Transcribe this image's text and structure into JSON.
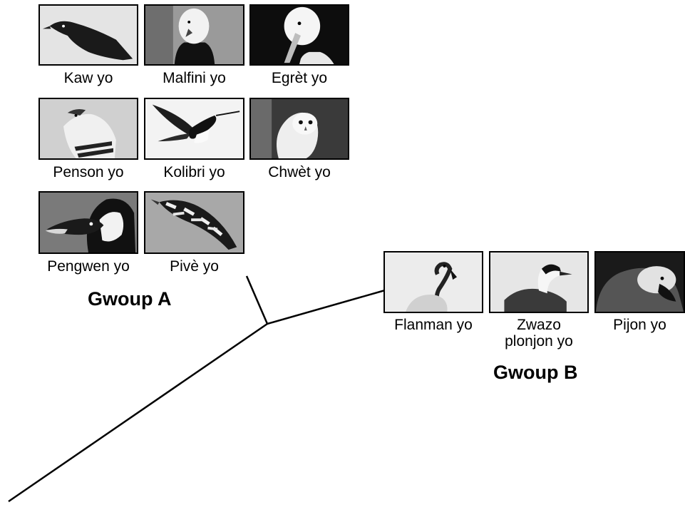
{
  "group_a": {
    "title": "Gwoup A",
    "birds": [
      {
        "label": "Kaw yo",
        "icon": "crow-photo-icon"
      },
      {
        "label": "Malfini yo",
        "icon": "eagle-photo-icon"
      },
      {
        "label": "Egrèt yo",
        "icon": "egret-photo-icon"
      },
      {
        "label": "Penson yo",
        "icon": "finch-photo-icon"
      },
      {
        "label": "Kolibri yo",
        "icon": "hummingbird-photo-icon"
      },
      {
        "label": "Chwèt yo",
        "icon": "owl-photo-icon"
      },
      {
        "label": "Pengwen yo",
        "icon": "penguin-photo-icon"
      },
      {
        "label": "Pivè yo",
        "icon": "woodpecker-photo-icon"
      }
    ]
  },
  "group_b": {
    "title": "Gwoup B",
    "birds": [
      {
        "label": "Flanman yo",
        "icon": "flamingo-photo-icon"
      },
      {
        "label_line1": "Zwazo",
        "label_line2": "plonjon yo",
        "icon": "grebe-photo-icon"
      },
      {
        "label": "Pijon yo",
        "icon": "pigeon-photo-icon"
      }
    ]
  }
}
